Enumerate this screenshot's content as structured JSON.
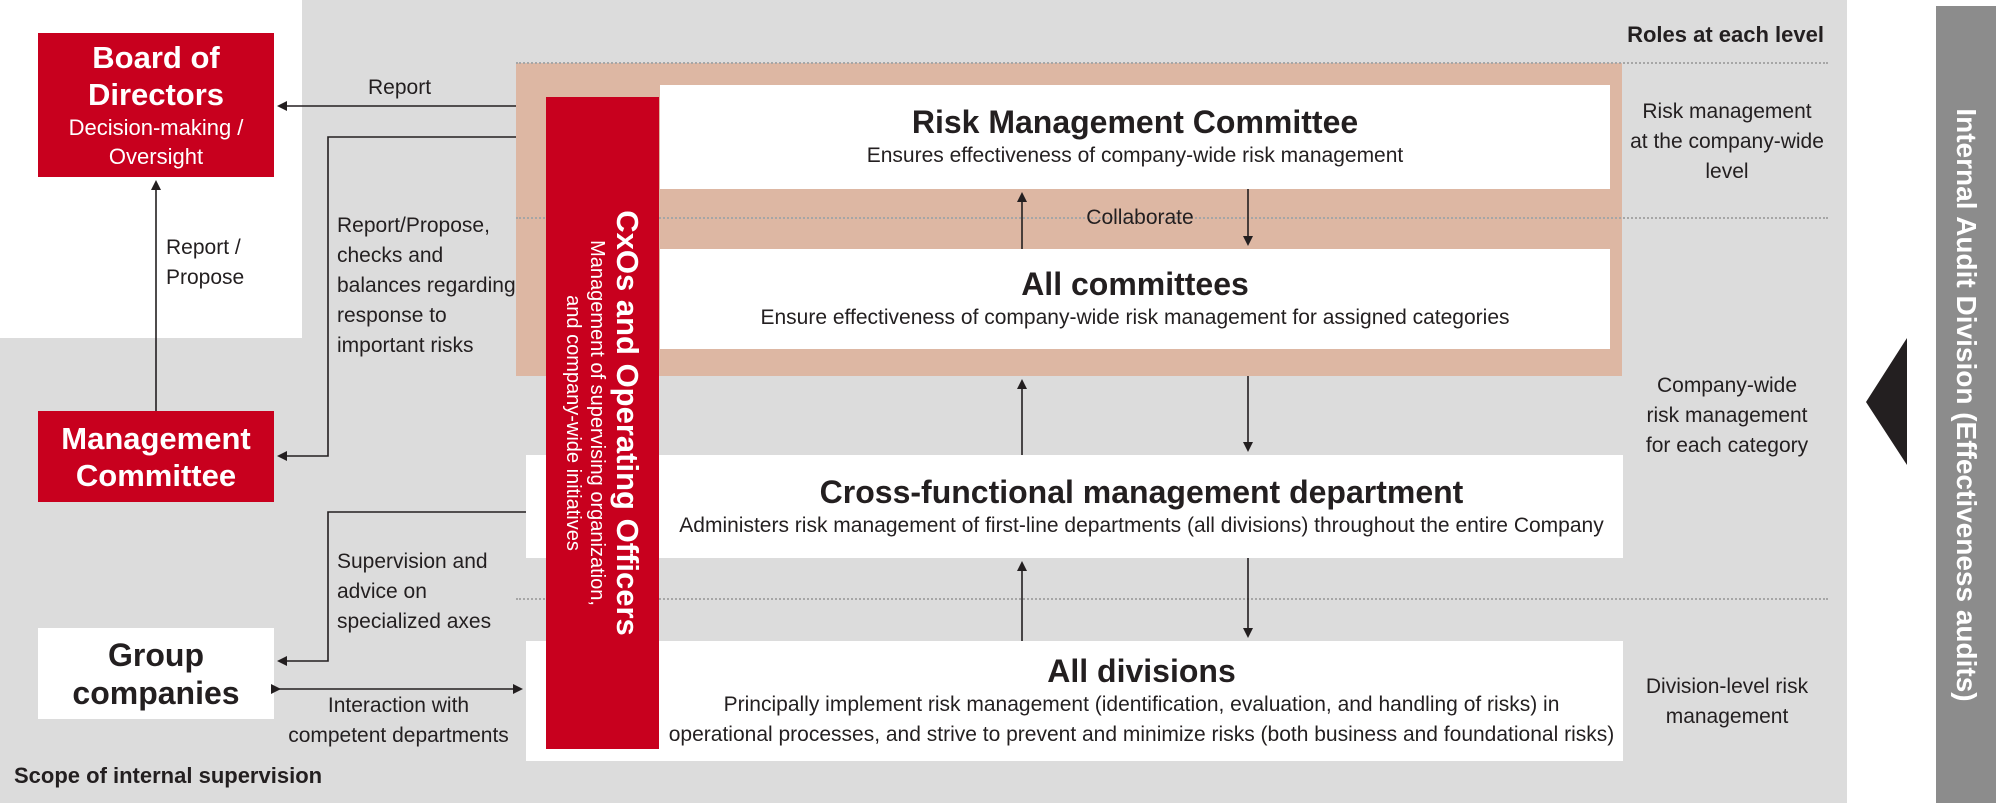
{
  "board": {
    "title_line1": "Board of",
    "title_line2": "Directors",
    "subtitle_line1": "Decision-making /",
    "subtitle_line2": "Oversight"
  },
  "management": {
    "title_line1": "Management",
    "title_line2": "Committee"
  },
  "group": {
    "title_line1": "Group",
    "title_line2": "companies"
  },
  "labels": {
    "report": "Report",
    "report_propose_1": "Report /",
    "report_propose_2": "Propose",
    "rp_checks_1": "Report/Propose,",
    "rp_checks_2": "checks and",
    "rp_checks_3": "balances regarding",
    "rp_checks_4": "response to",
    "rp_checks_5": "important risks",
    "supervision_1": "Supervision and",
    "supervision_2": "advice on",
    "supervision_3": "specialized axes",
    "interaction_1": "Interaction with",
    "interaction_2": "competent departments",
    "collaborate": "Collaborate",
    "scope": "Scope of internal supervision",
    "roles_header": "Roles at each level"
  },
  "cxos": {
    "title": "CxOs and Operating Officers",
    "sub_line1": "Management of supervising organization,",
    "sub_line2": "and company-wide initiatives"
  },
  "rmc": {
    "title": "Risk Management Committee",
    "subtitle": "Ensures effectiveness of company-wide risk management"
  },
  "allcomm": {
    "title": "All committees",
    "subtitle": "Ensure effectiveness of company-wide risk management for assigned categories"
  },
  "cross": {
    "title": "Cross-functional management department",
    "subtitle": "Administers risk management of first-line departments (all divisions) throughout the entire Company"
  },
  "divisions": {
    "title": "All divisions",
    "subtitle_line1": "Principally implement risk management (identification, evaluation, and handling of risks) in",
    "subtitle_line2": "operational processes, and strive to prevent and minimize risks (both business and foundational risks)"
  },
  "roles": {
    "r1_line1": "Risk management",
    "r1_line2": "at the company-wide",
    "r1_line3": "level",
    "r2_line1": "Company-wide",
    "r2_line2": "risk management",
    "r2_line3": "for each category",
    "r3_line1": "Division-level risk",
    "r3_line2": "management"
  },
  "audit": {
    "title": "Internal Audit Division (Effectiveness audits)"
  },
  "colors": {
    "red": "#c8001e",
    "gray": "#dcdcdc",
    "tan": "#ddb7a3",
    "audit_bar": "#8c8c8c"
  }
}
